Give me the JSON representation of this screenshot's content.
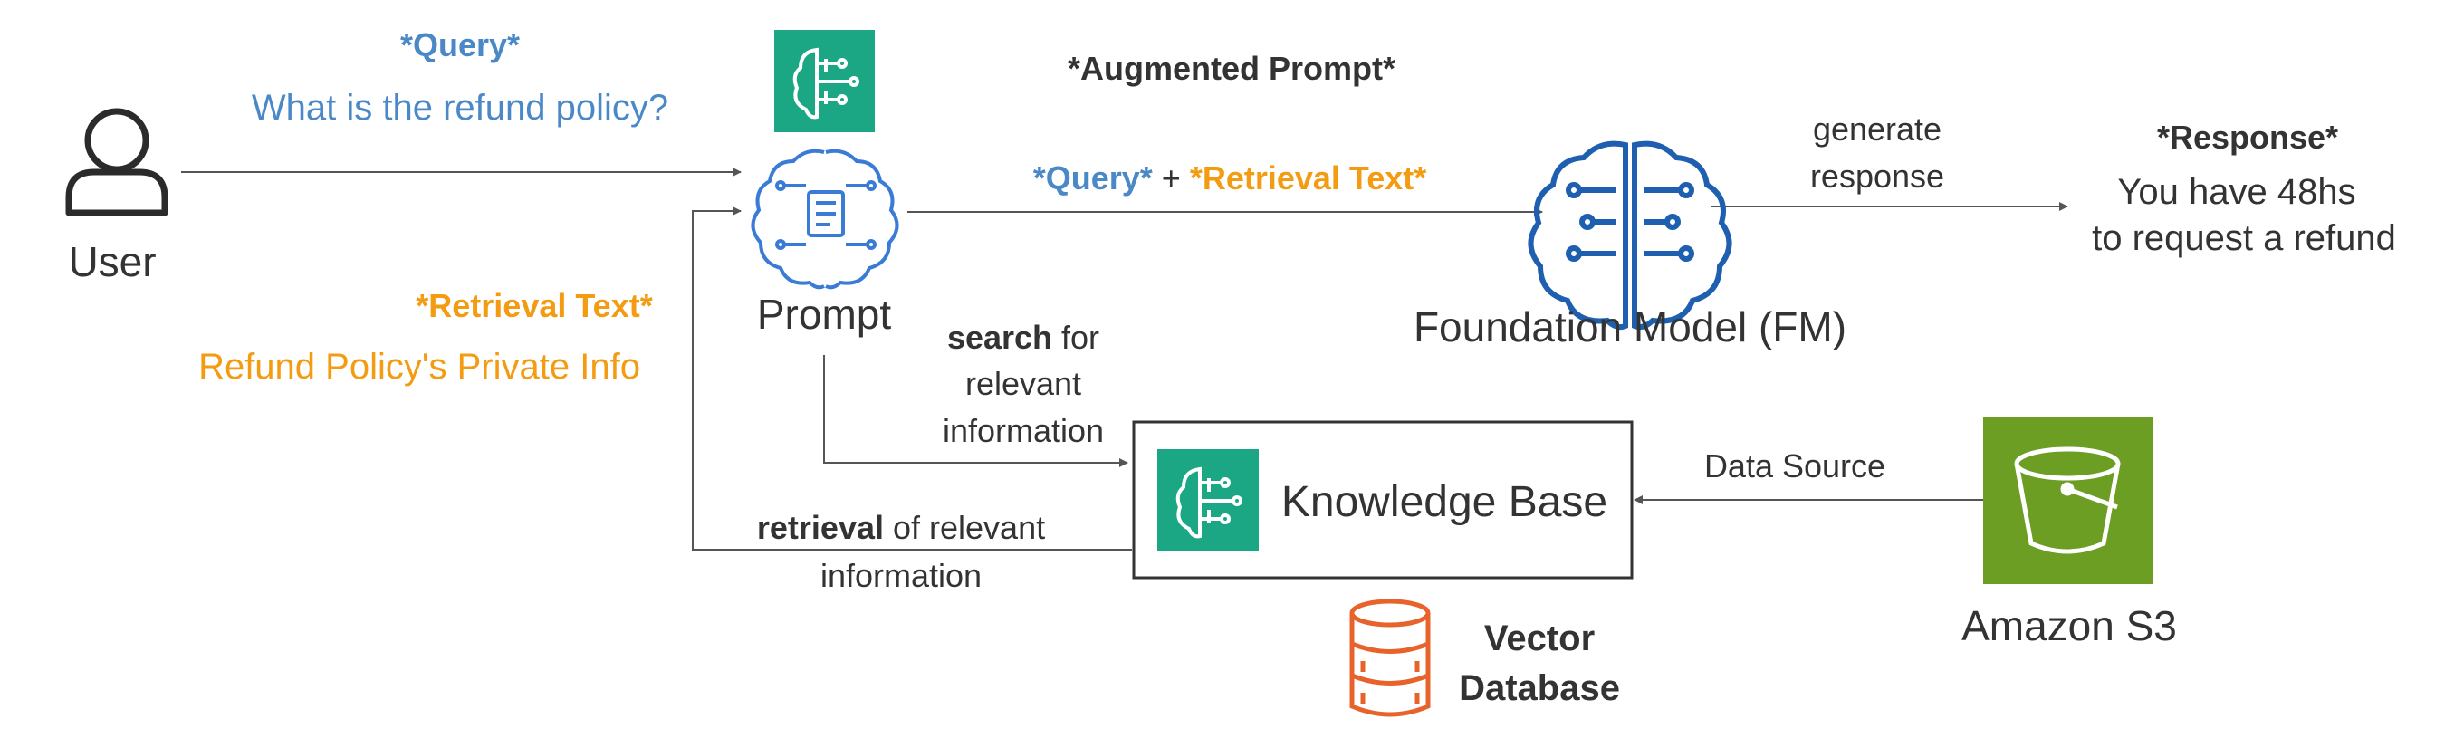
{
  "colors": {
    "query_blue": "#4a88c7",
    "retrieval_orange": "#f39c12",
    "dark_text": "#333333",
    "teal_icon_bg": "#1ba784",
    "fm_blue": "#1f5fb0",
    "prompt_blue": "#3a7bd5",
    "s3_green": "#6b9e23",
    "vector_orange": "#e8632b",
    "line_gray": "#555555"
  },
  "icons": {
    "user": "user-icon",
    "prompt_brain": "brain-circuit-icon",
    "fm": "brain-circuit-icon",
    "kb": "brain-circuit-icon",
    "s3": "bucket-icon",
    "vector_db": "database-icon"
  },
  "diagram": {
    "query_title": "*Query*",
    "query_text": "What is the refund policy?",
    "user_label": "User",
    "retrieval_title": "*Retrieval Text*",
    "retrieval_text": "Refund Policy's Private Info",
    "prompt_label": "Prompt",
    "augmented_title": "*Augmented Prompt*",
    "aug_query": "*Query*",
    "aug_plus": " + ",
    "aug_retrieval": "*Retrieval Text*",
    "fm_label": "Foundation Model (FM)",
    "generate_line1": "generate",
    "generate_line2": "response",
    "response_title": "*Response*",
    "response_line1": "You have 48hs",
    "response_line2": "to request a refund",
    "search_bold": "search",
    "search_rest": " for",
    "search_line2": "relevant",
    "search_line3": "information",
    "retrieval_bold": "retrieval",
    "retrieval_rest": " of relevant",
    "retrieval_line2": "information",
    "kb_label": "Knowledge Base",
    "data_source_label": "Data Source",
    "s3_label": "Amazon S3",
    "vector_line1": "Vector",
    "vector_line2": "Database"
  }
}
